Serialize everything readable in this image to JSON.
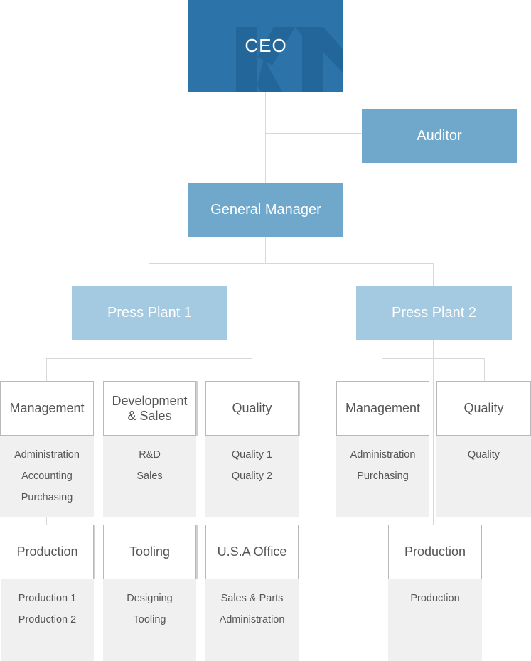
{
  "colors": {
    "ceo": "#2b73a8",
    "mid": "#70a8cb",
    "light": "#a3cae0",
    "panel": "#f0f0f0",
    "text": "#555555",
    "connector": "#d8d8d8"
  },
  "ceo": {
    "label": "CEO",
    "icon": "kr-logo-watermark"
  },
  "auditor": {
    "label": "Auditor"
  },
  "general_manager": {
    "label": "General Manager"
  },
  "plants": [
    {
      "label": "Press Plant 1",
      "departments": [
        {
          "title": "Management",
          "items": [
            "Administration",
            "Accounting",
            "Purchasing"
          ]
        },
        {
          "title_lines": [
            "Development",
            "& Sales"
          ],
          "items": [
            "R&D",
            "Sales"
          ]
        },
        {
          "title": "Quality",
          "items": [
            "Quality 1",
            "Quality 2"
          ]
        },
        {
          "title": "Production",
          "items": [
            "Production 1",
            "Production 2"
          ]
        },
        {
          "title": "Tooling",
          "items": [
            "Designing",
            "Tooling"
          ]
        },
        {
          "title": "U.S.A Office",
          "items": [
            "Sales & Parts",
            "Administration"
          ]
        }
      ]
    },
    {
      "label": "Press Plant 2",
      "departments": [
        {
          "title": "Management",
          "items": [
            "Administration",
            "Purchasing"
          ]
        },
        {
          "title": "Quality",
          "items": [
            "Quality"
          ]
        },
        {
          "title": "Production",
          "items": [
            "Production"
          ]
        }
      ]
    }
  ]
}
